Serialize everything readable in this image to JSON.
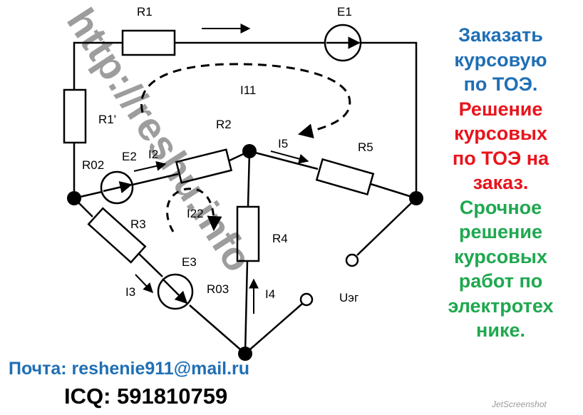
{
  "circuit": {
    "labels": {
      "r1": "R1",
      "e1": "E1",
      "i11": "I11",
      "r1p": "R1'",
      "r2": "R2",
      "i5": "I5",
      "r5": "R5",
      "r02": "R02",
      "e2": "E2",
      "i2": "I2",
      "i22": "I22",
      "r3": "R3",
      "r4": "R4",
      "e3": "E3",
      "r03": "R03",
      "i3": "I3",
      "i4": "I4",
      "ueg": "Uэг"
    }
  },
  "watermark": {
    "text": "http://reshu.info"
  },
  "ad": {
    "blue_lines": [
      "Заказать",
      "курсовую",
      "по ТОЭ."
    ],
    "red_lines": [
      "Решение",
      "курсовых",
      "по ТОЭ на",
      "заказ."
    ],
    "green_lines": [
      "Срочное",
      "решение",
      "курсовых",
      "работ по",
      "электротех",
      "нике."
    ]
  },
  "contact": {
    "email": "Почта:  reshenie911@mail.ru",
    "icq": "ICQ: 591810759"
  },
  "badge": {
    "text": "JetScreenshot"
  }
}
